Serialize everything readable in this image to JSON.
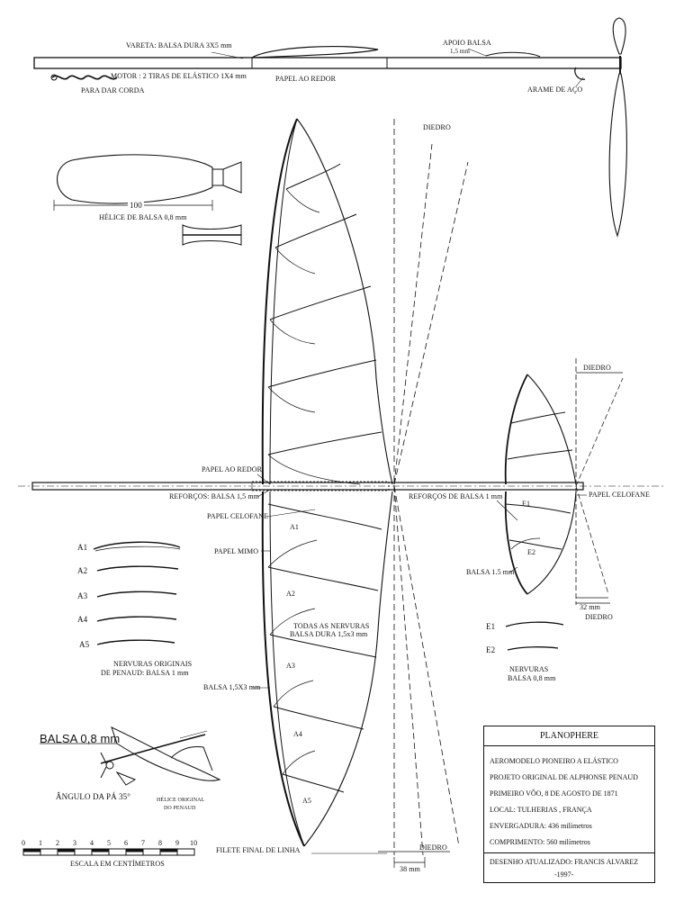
{
  "labels": {
    "vareta": "VARETA: BALSA DURA 3X5 mm",
    "apoio_balsa": "APOIO BALSA",
    "apoio_balsa_dim": "1,5 mm",
    "motor": "MOTOR : 2 TIRAS DE ELÁSTICO 1X4 mm",
    "papel_ao_redor_top": "PAPEL AO REDOR",
    "para_dar_corda": "PARA DAR CORDA",
    "arame_de_aco": "ARAME DE AÇO",
    "diedro_top": "DIEDRO",
    "dim_100": "100",
    "helice_balsa": "HÉLICE DE BALSA 0,8 mm",
    "papel_ao_redor_wing": "PAPEL AO REDOR",
    "reforcos_balsa": "REFORÇOS: BALSA 1,5 mm",
    "reforcos_de_balsa": "REFORÇOS DE BALSA 1 mm",
    "papel_celofane_left": "PAPEL CELOFANE",
    "papel_celofane_right": "PAPEL CELOFANE",
    "papel_mimo": "PAPEL MIMO",
    "diedro_tail": "DIEDRO",
    "balsa_15": "BALSA 1.5 mm",
    "dim_32": "32 mm",
    "diedro_tail_bottom": "DIEDRO",
    "todas_nervuras_1": "TODAS AS NERVURAS",
    "todas_nervuras_2": "BALSA DURA 1,5x3 mm",
    "balsa_15x3": "BALSA 1,5X3 mm",
    "nervuras_originais_1": "NERVURAS ORIGINAIS",
    "nervuras_originais_2": "DE PENAUD: BALSA 1 mm",
    "nervuras_tail_1": "NERVURAS",
    "nervuras_tail_2": "BALSA 0,8 mm",
    "balsa_08mm": "BALSA 0,8 mm",
    "angulo_pa": "ÂNGULO DA PÁ 35°",
    "helice_original_1": "HÉLICE ORIGINAL",
    "helice_original_2": "DO PENAUD",
    "filete_final": "FILETE FINAL DE LINHA",
    "diedro_bottom": "DIEDRO",
    "dim_38": "38 mm",
    "escala": "ESCALA EM CENTÍMETROS"
  },
  "rib_labels_left": [
    "A1",
    "A2",
    "A3",
    "A4",
    "A5"
  ],
  "rib_labels_wing": [
    "A1",
    "A2",
    "A3",
    "A4",
    "A5"
  ],
  "rib_labels_tail": [
    "E1",
    "E2"
  ],
  "rib_labels_tail_legend": [
    "E1",
    "E2"
  ],
  "scale_ticks": [
    "0",
    "1",
    "2",
    "3",
    "4",
    "5",
    "6",
    "7",
    "8",
    "9",
    "10"
  ],
  "title_block": {
    "title": "PLANOPHERE",
    "line1": "AEROMODELO    PIONEIRO A ELÁSTICO",
    "line2": "PROJETO ORIGINAL DE  ALPHONSE  PENAUD",
    "line3": "PRIMEIRO VÔO, 8 DE AGOSTO DE 1871",
    "line4": "LOCAL:    TULHERIAS  ,  FRANÇA",
    "line5": "ENVERGADURA:  436 milímetros",
    "line6": "COMPRIMENTO:  560  milímetros",
    "line7": "DESENHO ATUALIZADO:      FRANCIS  ALVAREZ",
    "line8": "-1997-"
  }
}
